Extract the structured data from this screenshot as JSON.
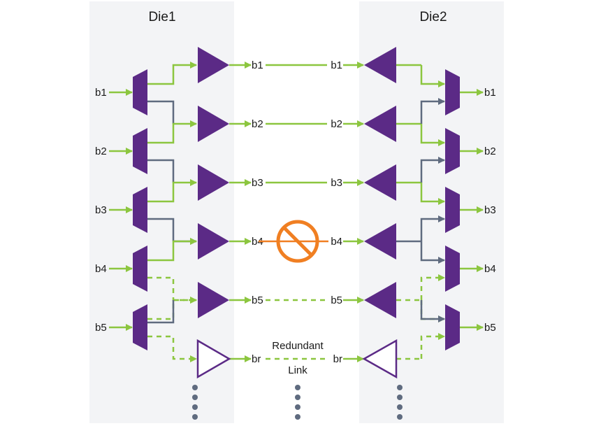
{
  "colors": {
    "panel": "#f3f4f6",
    "purple": "#5b2a86",
    "green": "#8cc63f",
    "gray": "#5f6b7f",
    "orange": "#f07f22",
    "dots": "#5f6b7f"
  },
  "dies": [
    {
      "title": "Die1"
    },
    {
      "title": "Die2"
    }
  ],
  "die1_inputs": [
    "b1",
    "b2",
    "b3",
    "b4",
    "b5"
  ],
  "die2_outputs": [
    "b1",
    "b2",
    "b3",
    "b4",
    "b5"
  ],
  "links": [
    {
      "left": "b1",
      "right": "b1",
      "state": "active"
    },
    {
      "left": "b2",
      "right": "b2",
      "state": "active"
    },
    {
      "left": "b3",
      "right": "b3",
      "state": "active"
    },
    {
      "left": "b4",
      "right": "b4",
      "state": "broken"
    },
    {
      "left": "b5",
      "right": "b5",
      "state": "standby"
    },
    {
      "left": "br",
      "right": "br",
      "state": "redundant"
    }
  ],
  "redundant_label": {
    "line1": "Redundant",
    "line2": "Link"
  },
  "continuation": "more lanes",
  "icons": {
    "broken_link": "prohibited-icon",
    "continuation": "vertical-ellipsis-icon"
  }
}
